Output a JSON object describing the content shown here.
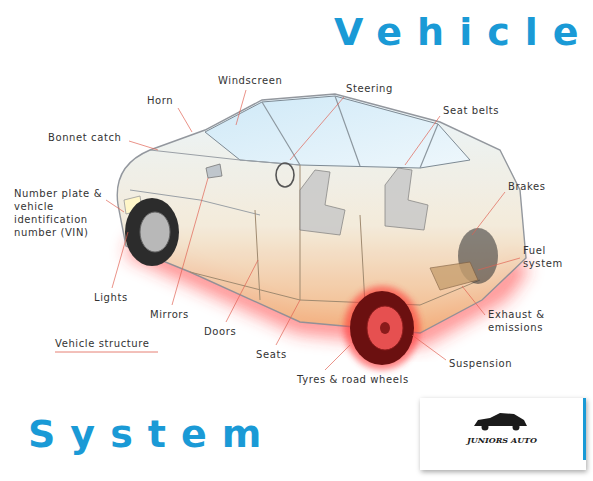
{
  "diagram": {
    "title": "Vehicle",
    "caption": "System",
    "nodes": [
      {
        "text": [
          "JUNIORS AUTO"
        ]
      }
    ],
    "labels": [
      "Windscreen",
      "Steering",
      "Horn",
      "Seat belts",
      "Bonnet catch",
      "Brakes",
      "Number plate & vehicle identification number (VIN)",
      "Fuel system",
      "Lights",
      "Mirrors",
      "Exhaust & emissions",
      "Doors",
      "Vehicle structure",
      "Seats",
      "Suspension",
      "Tyres & road wheels"
    ]
  }
}
